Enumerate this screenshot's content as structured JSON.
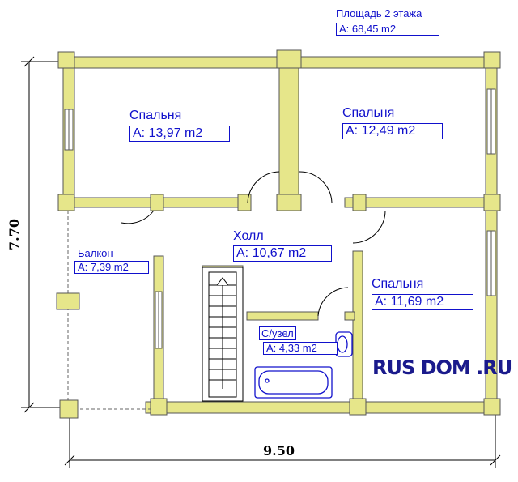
{
  "total": {
    "label": "Площадь 2 этажа",
    "area": "A: 68,45 m2"
  },
  "rooms": [
    {
      "name": "Спальня",
      "area": "A: 13,97 m2"
    },
    {
      "name": "Спальня",
      "area": "A: 12,49 m2"
    },
    {
      "name": "Холл",
      "area": "A: 10,67 m2"
    },
    {
      "name": "Балкон",
      "area": "A: 7,39 m2"
    },
    {
      "name": "Спальня",
      "area": "A: 11,69 m2"
    },
    {
      "name": "С/узел",
      "area": "A: 4,33 m2"
    }
  ],
  "dimensions": {
    "width": "9.50",
    "height": "7.70"
  },
  "brand": "RUS DOM .RU",
  "colors": {
    "wall": "#e6e68a",
    "label": "#1111cc"
  }
}
